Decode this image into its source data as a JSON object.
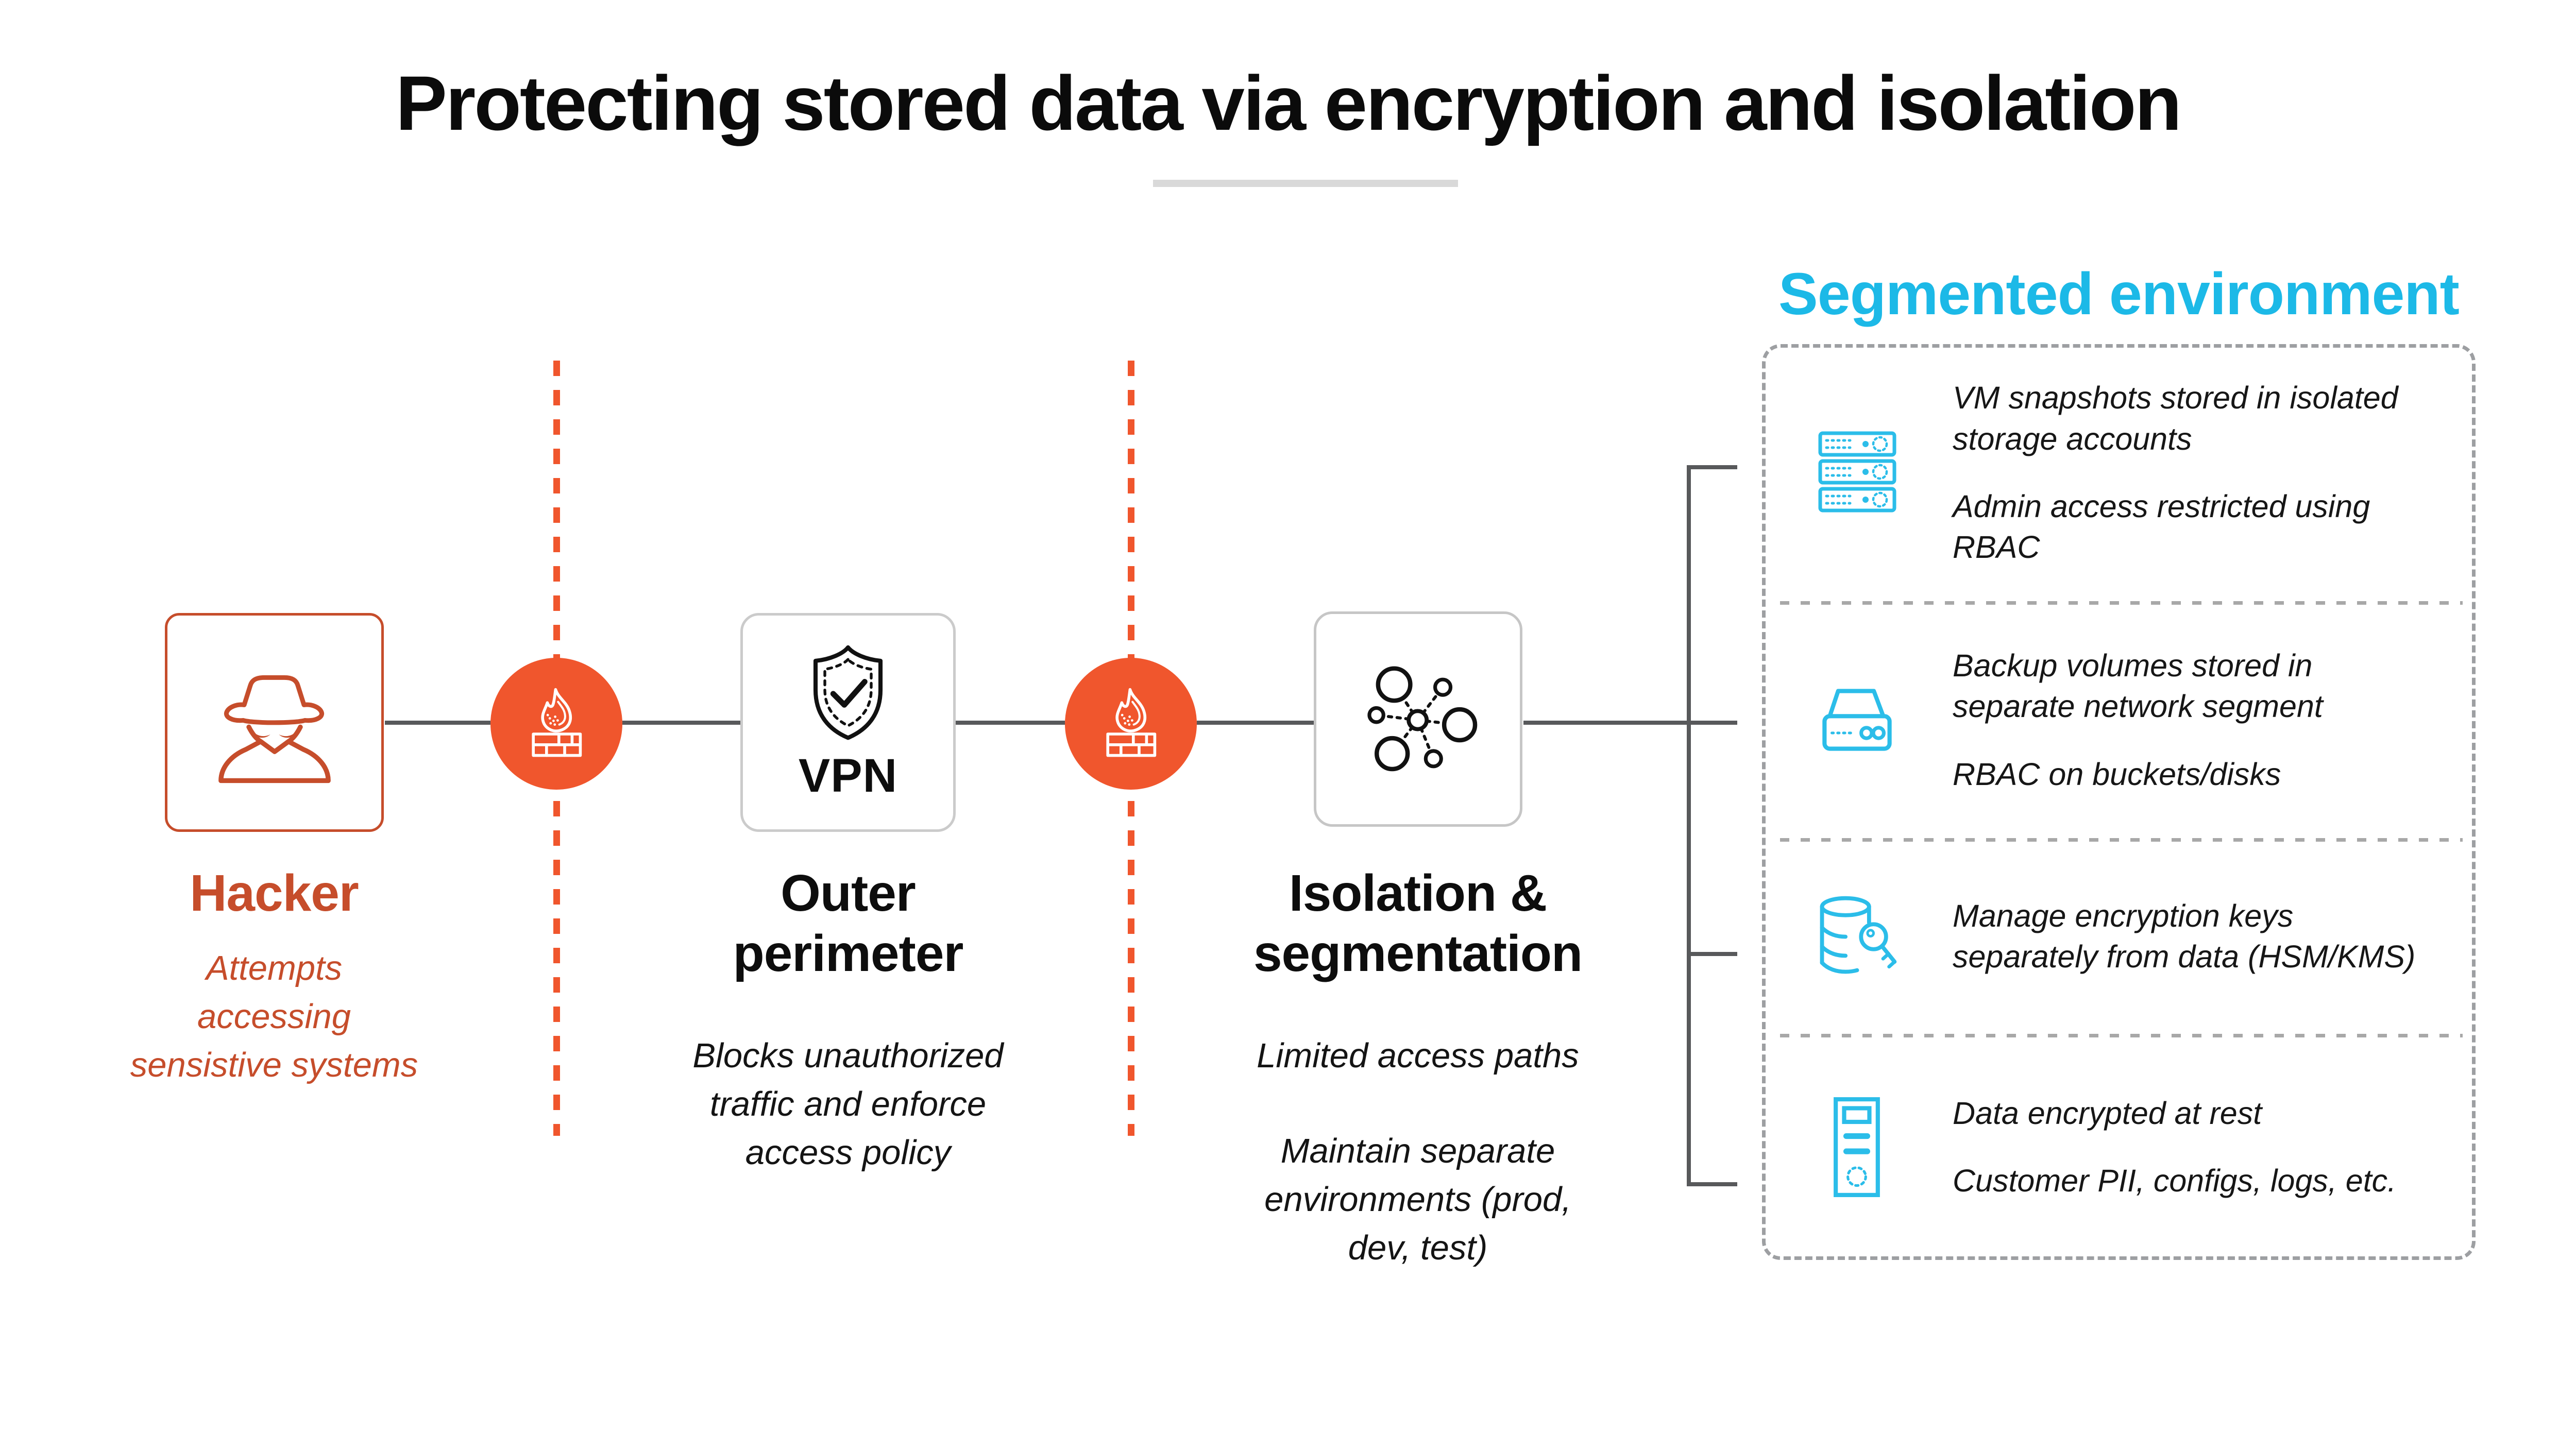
{
  "title": "Protecting stored data via encryption and isolation",
  "colors": {
    "accent_orange_dark": "#c64d2b",
    "accent_orange_bright": "#f0562d",
    "accent_cyan": "#1cb9e7",
    "connector_gray": "#58595b",
    "border_gray": "#cbcbcb",
    "dashed_border_gray": "#9d9fa2",
    "text_black": "#0d0d0d"
  },
  "flow": {
    "hacker": {
      "icon": "hacker-spy-icon",
      "label": "Hacker",
      "description": "Attempts\naccessing\nsensistive systems"
    },
    "firewall_1": {
      "icon": "firewall-icon"
    },
    "vpn": {
      "icon": "shield-check-icon",
      "box_label": "VPN",
      "heading": "Outer\nperimeter",
      "description": "Blocks unauthorized\ntraffic and enforce\naccess policy"
    },
    "firewall_2": {
      "icon": "firewall-icon"
    },
    "isolation": {
      "icon": "network-nodes-icon",
      "heading": "Isolation &\nsegmentation",
      "description_1": "Limited access paths",
      "description_2": "Maintain separate\nenvironments (prod,\ndev, test)"
    }
  },
  "segmented_environment": {
    "title": "Segmented environment",
    "items": [
      {
        "icon": "server-rack-icon",
        "lines": [
          "VM snapshots stored in isolated\nstorage accounts",
          "Admin access restricted using\nRBAC"
        ]
      },
      {
        "icon": "storage-appliance-icon",
        "lines": [
          "Backup volumes stored in\nseparate network segment",
          "RBAC on buckets/disks"
        ]
      },
      {
        "icon": "database-key-icon",
        "lines": [
          "Manage encryption keys\nseparately from data (HSM/KMS)"
        ]
      },
      {
        "icon": "encrypted-server-icon",
        "lines": [
          "Data encrypted at rest",
          "Customer PII, configs, logs, etc."
        ]
      }
    ]
  }
}
